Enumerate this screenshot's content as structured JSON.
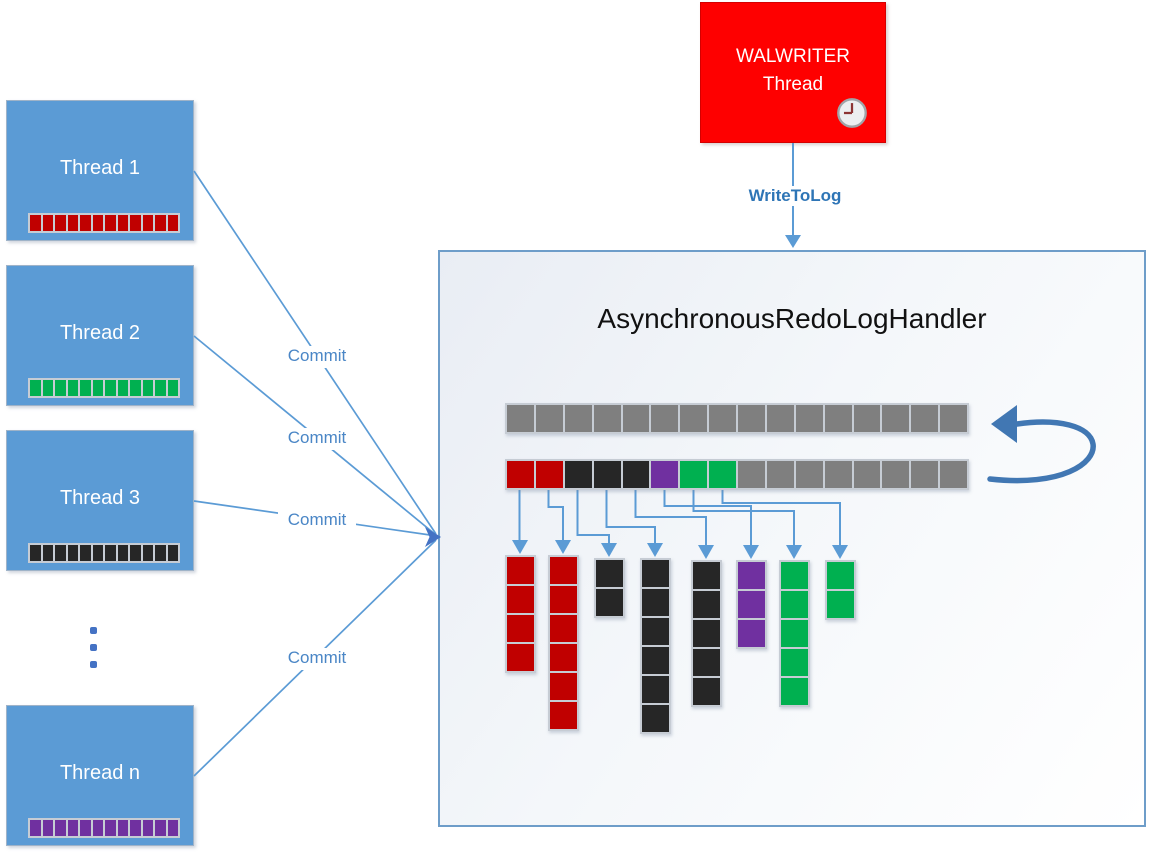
{
  "colors": {
    "connector": "#5B9BD5",
    "curve": "#4177B3",
    "convergence": "#4472C4",
    "commit_text": "#4A86C6",
    "writetolog_text": "#2E75B6",
    "thread_fill": "#5B9BD5",
    "walwriter_fill": "#FE0000",
    "handler_border": "#6E9DC9",
    "grid": "#c6ccd4",
    "dots": "#4472C4",
    "title_text": "#111111"
  },
  "palette": {
    "red": "#C00000",
    "green": "#00B050",
    "black": "#262626",
    "purple": "#7030A0",
    "gray": "#7F7F7F"
  },
  "threads": [
    {
      "label": "Thread 1",
      "bar": {
        "count": 12,
        "color": "red"
      }
    },
    {
      "label": "Thread 2",
      "bar": {
        "count": 12,
        "color": "green"
      }
    },
    {
      "label": "Thread 3",
      "bar": {
        "count": 12,
        "color": "black"
      }
    },
    {
      "label": "Thread n",
      "bar": {
        "count": 12,
        "color": "purple"
      }
    }
  ],
  "commit_labels": [
    "Commit",
    "Commit",
    "Commit",
    "Commit"
  ],
  "walwriter": {
    "line1": "WALWRITER",
    "line2": "Thread"
  },
  "write_to_log": "WriteToLog",
  "handler": {
    "title": "AsynchronousRedoLogHandler",
    "top_bar": {
      "count": 16,
      "color": "gray"
    },
    "bottom_bar": {
      "colors": [
        "red",
        "red",
        "black",
        "black",
        "black",
        "purple",
        "green",
        "green",
        "gray",
        "gray",
        "gray",
        "gray",
        "gray",
        "gray",
        "gray",
        "gray"
      ]
    },
    "columns": [
      {
        "color": "red",
        "count": 4
      },
      {
        "color": "red",
        "count": 6
      },
      {
        "color": "black",
        "count": 2
      },
      {
        "color": "black",
        "count": 6
      },
      {
        "color": "black",
        "count": 5
      },
      {
        "color": "purple",
        "count": 3
      },
      {
        "color": "green",
        "count": 5
      },
      {
        "color": "green",
        "count": 2
      }
    ]
  }
}
